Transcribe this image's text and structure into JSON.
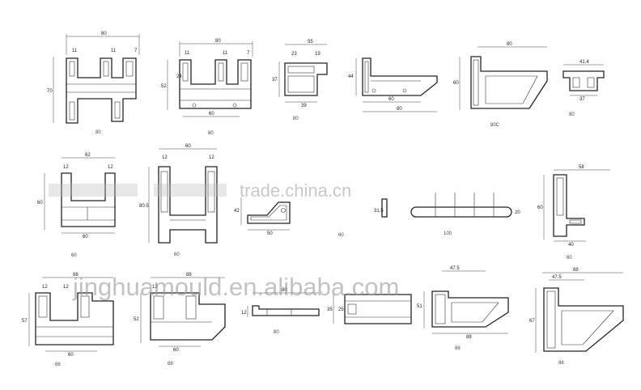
{
  "profiles": [
    {
      "id": "p1",
      "dims": {
        "top": "80",
        "s1": "11",
        "s2": "11",
        "s3": "7",
        "side": "70"
      },
      "caption": "80"
    },
    {
      "id": "p2",
      "dims": {
        "top": "80",
        "s1": "11",
        "s2": "11",
        "s3": "7",
        "side1": "52",
        "side2": "24",
        "bottom": "60"
      },
      "caption": "80"
    },
    {
      "id": "p3",
      "dims": {
        "top": "55",
        "s1": "23",
        "s2": "19",
        "side": "37",
        "bottom": "39"
      },
      "caption": "80"
    },
    {
      "id": "p4",
      "dims": {
        "side": "44",
        "b1": "60",
        "b2": "80"
      },
      "caption": ""
    },
    {
      "id": "p5",
      "dims": {
        "top": "80",
        "side": "60"
      },
      "caption": "80C"
    },
    {
      "id": "p6",
      "dims": {
        "top": "41.4",
        "bottom": "37"
      },
      "caption": "80"
    },
    {
      "id": "p7",
      "dims": {
        "top": "62",
        "s1": "12",
        "s2": "12",
        "side": "60",
        "bottom": "60"
      },
      "caption": "60"
    },
    {
      "id": "p8",
      "dims": {
        "top": "60",
        "s1": "12",
        "s2": "12",
        "side": "80.5"
      },
      "caption": "60"
    },
    {
      "id": "p9",
      "dims": {
        "side": "42",
        "bottom": "50"
      },
      "caption": "60"
    },
    {
      "id": "p10",
      "dims": {
        "side": "31.5"
      },
      "caption": ""
    },
    {
      "id": "p11",
      "dims": {
        "right": "20"
      },
      "caption": "100"
    },
    {
      "id": "p12",
      "dims": {
        "top": "58",
        "side": "60",
        "bottom": "40"
      },
      "caption": "60"
    },
    {
      "id": "p13",
      "dims": {
        "top": "88",
        "s1": "12",
        "s2": "12",
        "side": "57",
        "bottom": "60"
      },
      "caption": "88"
    },
    {
      "id": "p14",
      "dims": {
        "top": "88",
        "s1": "12",
        "side": "52",
        "bottom": "60"
      },
      "caption": "88"
    },
    {
      "id": "p15",
      "dims": {
        "top": "80",
        "side": "12"
      },
      "caption": "80"
    },
    {
      "id": "p16",
      "dims": {
        "side1": "35",
        "side2": "25"
      },
      "caption": ""
    },
    {
      "id": "p17",
      "dims": {
        "top": "47.5",
        "side": "51",
        "bottom": "88"
      },
      "caption": "88"
    },
    {
      "id": "p18",
      "dims": {
        "top": "88",
        "s1": "47.5",
        "side": "67"
      },
      "caption": "88"
    }
  ],
  "watermarks": {
    "primary": "trade.china.cn",
    "secondary": "jinghuamould.en.alibaba.com"
  }
}
